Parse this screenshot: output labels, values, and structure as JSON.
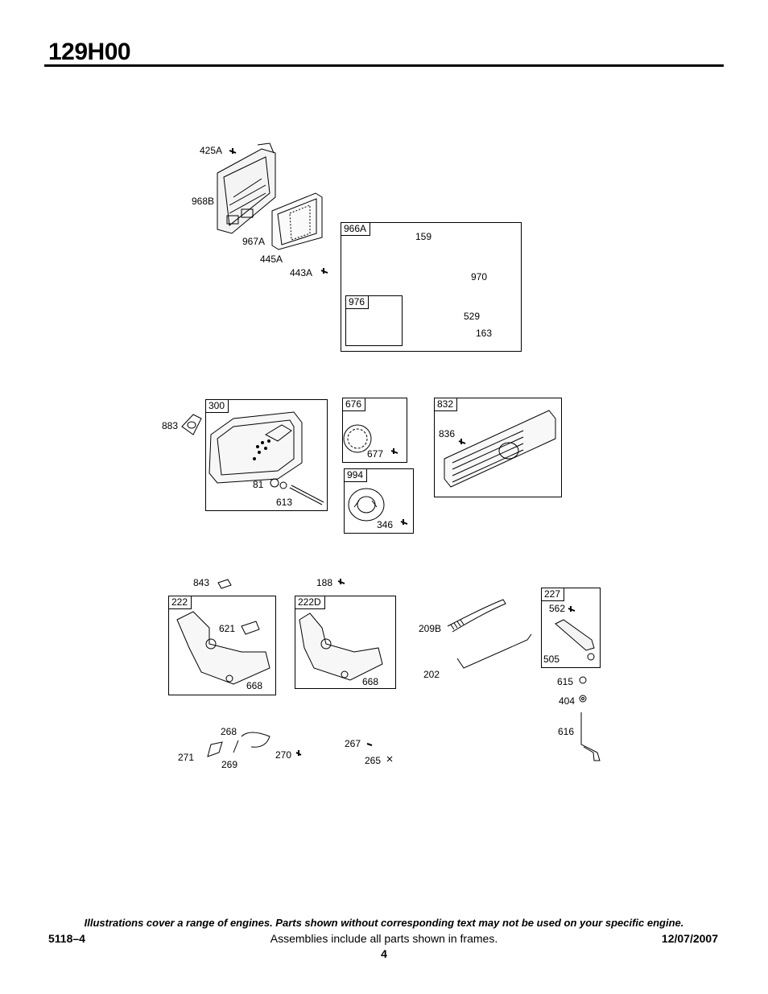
{
  "header": {
    "title": "129H00"
  },
  "frames": {
    "f966A": "966A",
    "f976": "976",
    "f300": "300",
    "f676": "676",
    "f994": "994",
    "f832": "832",
    "f222": "222",
    "f222D": "222D",
    "f227": "227"
  },
  "parts": {
    "p425A": "425A",
    "p968B": "968B",
    "p967A": "967A",
    "p445A": "445A",
    "p443A": "443A",
    "p159": "159",
    "p970": "970",
    "p529": "529",
    "p163": "163",
    "p883": "883",
    "p81": "81",
    "p613": "613",
    "p677": "677",
    "p346": "346",
    "p836": "836",
    "p843": "843",
    "p188": "188",
    "p621": "621",
    "p668a": "668",
    "p668b": "668",
    "p209B": "209B",
    "p202": "202",
    "p562": "562",
    "p505": "505",
    "p615": "615",
    "p404": "404",
    "p616": "616",
    "p268": "268",
    "p271": "271",
    "p269": "269",
    "p270": "270",
    "p267": "267",
    "p265": "265"
  },
  "footer": {
    "note": "Illustrations cover a range of engines. Parts shown without corresponding text may not be used on your specific engine.",
    "doc_number": "5118–4",
    "assemblies": "Assemblies include all parts shown in frames.",
    "date": "12/07/2007",
    "page": "4"
  }
}
